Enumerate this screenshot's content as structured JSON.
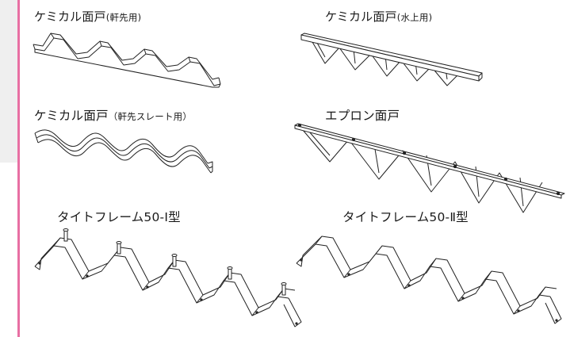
{
  "products": [
    {
      "name": "ケミカル面戸",
      "variant_open": "(",
      "variant": "軒先用",
      "variant_close": ")"
    },
    {
      "name": "ケミカル面戸",
      "variant_open": "(",
      "variant": "水上用",
      "variant_close": ")"
    },
    {
      "name": "ケミカル面戸",
      "variant_open": "（",
      "variant": "軒先スレート用",
      "variant_close": "）"
    },
    {
      "name": "エプロン面戸"
    },
    {
      "name": "タイトフレーム50-Ⅰ型"
    },
    {
      "name": "タイトフレーム50-Ⅱ型"
    }
  ],
  "colors": {
    "accent_rule": "#e86fa3",
    "side_panel": "#efefef",
    "line_art": "#222222"
  }
}
